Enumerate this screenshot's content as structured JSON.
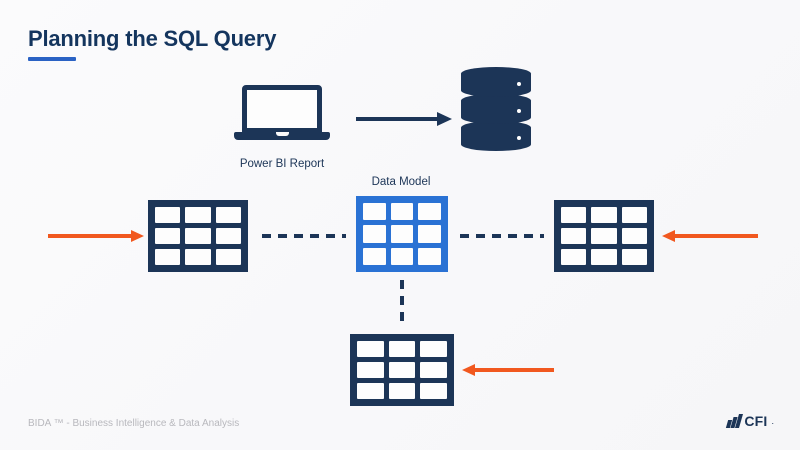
{
  "slide": {
    "title": "Planning the SQL Query",
    "accent_blue": "#2a62c4",
    "navy": "#1c3557",
    "orange": "#f1581f",
    "background": "#fafafa"
  },
  "diagram": {
    "laptop": {
      "icon": "laptop-icon",
      "caption": "Power BI Report"
    },
    "database": {
      "icon": "database-cylinder-icon",
      "bands": 3
    },
    "flow_arrow": {
      "icon": "arrow-right-icon",
      "direction": "right",
      "color": "#1c3557"
    },
    "center_table": {
      "caption": "Data Model",
      "color": "#2a72d4",
      "rows": 3,
      "cols": 3
    },
    "tables": [
      {
        "name": "table-left",
        "color": "#1c3557",
        "rows": 3,
        "cols": 3
      },
      {
        "name": "table-right",
        "color": "#1c3557",
        "rows": 3,
        "cols": 3
      },
      {
        "name": "table-bottom",
        "color": "#1c3557",
        "rows": 3,
        "cols": 3
      }
    ],
    "connectors": [
      {
        "name": "dashed-left",
        "orientation": "horizontal",
        "color": "#1c3557"
      },
      {
        "name": "dashed-right",
        "orientation": "horizontal",
        "color": "#1c3557"
      },
      {
        "name": "dashed-bottom",
        "orientation": "vertical",
        "color": "#1c3557"
      }
    ],
    "input_arrows": [
      {
        "name": "arrow-into-left-table",
        "direction": "right",
        "color": "#f1581f"
      },
      {
        "name": "arrow-into-right-table",
        "direction": "left",
        "color": "#f1581f"
      },
      {
        "name": "arrow-into-bottom-table",
        "direction": "left",
        "color": "#f1581f"
      }
    ]
  },
  "footer": {
    "text": "BIDA ™ - Business Intelligence & Data Analysis",
    "logo_text": "CFI",
    "logo_dot": "."
  }
}
